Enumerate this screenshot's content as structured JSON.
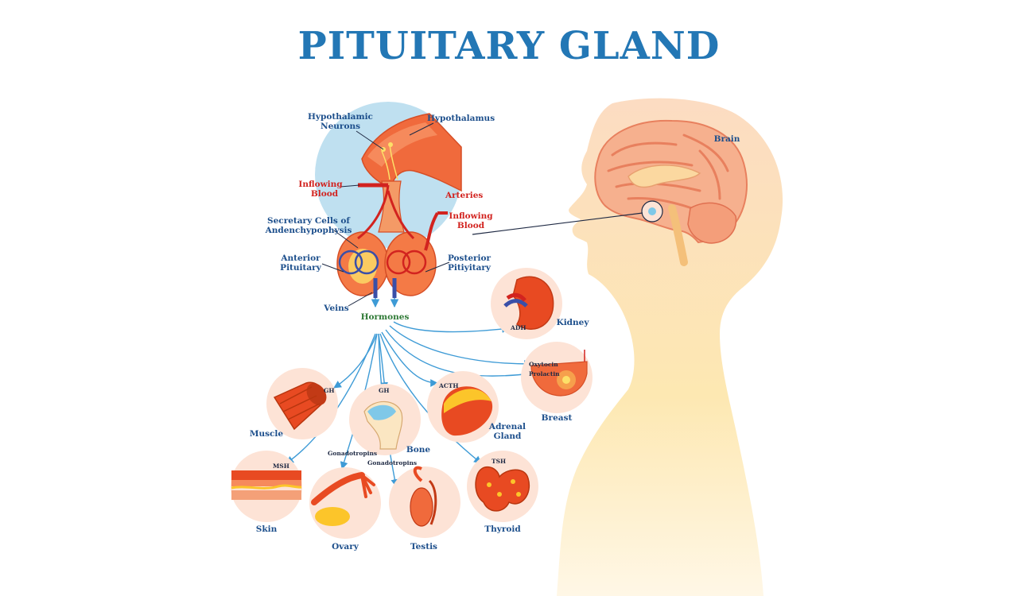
{
  "title": "PITUITARY GLAND",
  "colors": {
    "title": "#2377b5",
    "label_blue": "#1d4f8c",
    "label_red": "#d2231f",
    "hormones_green": "#2f7a36",
    "arrow": "#3e9bd6",
    "tissue": "#f06a3c",
    "circle_bg": "#fde3d6",
    "skin_tone": "#fde3b8"
  },
  "gland_labels": {
    "hypothalamic_neurons": [
      "Hypothalamic",
      "Neurons"
    ],
    "hypothalamus": "Hypothalamus",
    "inflowing_blood_left": [
      "Inflowing",
      "Blood"
    ],
    "arteries": "Arteries",
    "inflowing_blood_right": [
      "Inflowing",
      "Blood"
    ],
    "secretory_cells": [
      "Secretary Cells of",
      "Andenchypophysis"
    ],
    "anterior_pituitary": [
      "Anterior",
      "Pituitary"
    ],
    "posterior_pituitary": [
      "Posterior",
      "Pitiyitary"
    ],
    "veins": "Veins",
    "hormones": "Hormones"
  },
  "brain_label": "Brain",
  "targets": [
    {
      "id": "kidney",
      "label": [
        "Kidney"
      ],
      "hormone": "ADH",
      "icon": "kidney-icon"
    },
    {
      "id": "breast",
      "label": [
        "Breast"
      ],
      "hormones": [
        "Oxytocin",
        "Prolactin"
      ],
      "icon": "breast-icon"
    },
    {
      "id": "adrenal",
      "label": [
        "Adrenal",
        "Gland"
      ],
      "hormone": "ACTH",
      "icon": "adrenal-gland-icon"
    },
    {
      "id": "muscle",
      "label": [
        "Muscle"
      ],
      "hormone": "GH",
      "icon": "muscle-icon"
    },
    {
      "id": "bone",
      "label": [
        "Bone"
      ],
      "hormone": "GH",
      "icon": "bone-icon"
    },
    {
      "id": "skin",
      "label": [
        "Skin"
      ],
      "hormone": "MSH",
      "icon": "skin-icon"
    },
    {
      "id": "ovary",
      "label": [
        "Ovary"
      ],
      "hormone": "Gonadotropins",
      "icon": "ovary-icon"
    },
    {
      "id": "testis",
      "label": [
        "Testis"
      ],
      "hormone": "Gonadotropins",
      "icon": "testis-icon"
    },
    {
      "id": "thyroid",
      "label": [
        "Thyroid"
      ],
      "hormone": "TSH",
      "icon": "thyroid-icon"
    }
  ]
}
